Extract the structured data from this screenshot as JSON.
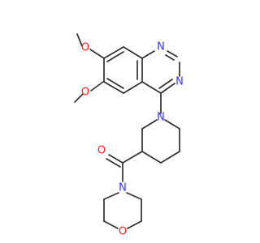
{
  "molecule": {
    "colors": {
      "bond": "#303030",
      "nitrogen": "#3333ff",
      "oxygen": "#ff2020"
    },
    "atom_labels": {
      "o_methoxy_7": "O",
      "o_methoxy_6": "O",
      "n_quinazoline_1": "N",
      "n_quinazoline_3": "N",
      "n_piperidine": "N",
      "o_carbonyl": "O",
      "n_morpholine": "N",
      "o_morpholine": "O"
    }
  }
}
